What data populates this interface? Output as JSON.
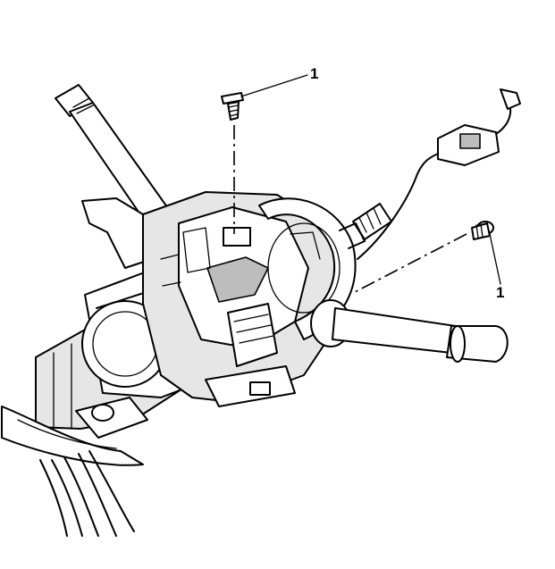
{
  "diagram": {
    "callouts": [
      {
        "id": "top-screw",
        "label": "1"
      },
      {
        "id": "right-screw",
        "label": "1"
      }
    ]
  }
}
